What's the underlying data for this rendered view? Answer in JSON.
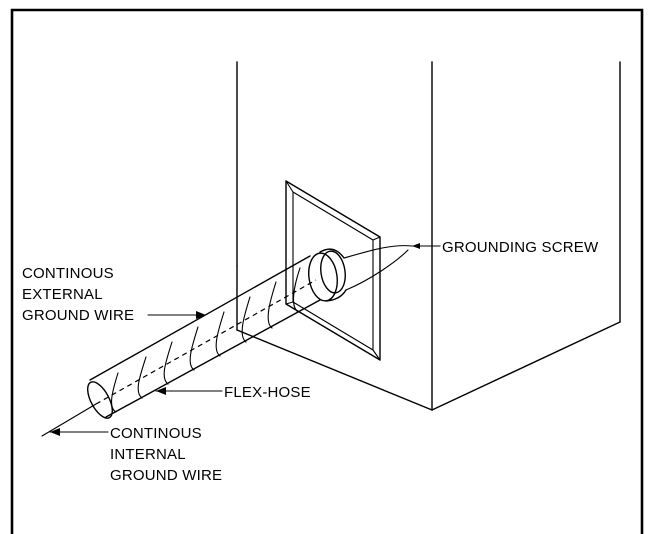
{
  "labels": {
    "grounding_screw": "GROUNDING SCREW",
    "external_wire": [
      "CONTINOUS",
      "EXTERNAL",
      "GROUND WIRE"
    ],
    "flex_hose": "FLEX-HOSE",
    "internal_wire": [
      "CONTINOUS",
      "INTERNAL",
      "GROUND WIRE"
    ]
  },
  "colors": {
    "ink": "#000000",
    "background": "#ffffff"
  }
}
